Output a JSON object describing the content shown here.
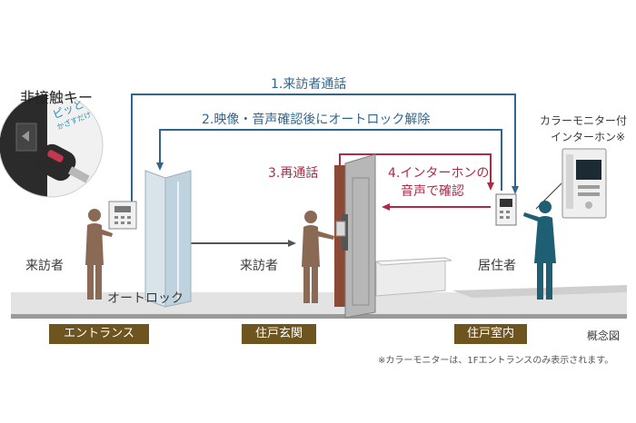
{
  "labels": {
    "contactless_key": "非接触キー",
    "piccto": "ピッと",
    "kazasu": "かざすだけ",
    "step1": "1.来訪者通話",
    "step2": "2.映像・音声確認後にオートロック解除",
    "step3": "3.再通話",
    "step4_line1": "4.インターホンの",
    "step4_line2": "音声で確認",
    "monitor_line1": "カラーモニター付",
    "monitor_line2": "インターホン※",
    "visitor_left": "来訪者",
    "visitor_mid": "来訪者",
    "resident": "居住者",
    "autolock": "オートロック",
    "concept": "概念図",
    "footnote": "※カラーモニターは、1Fエントランスのみ表示されます。"
  },
  "zones": [
    "エントランス",
    "住戸玄関",
    "住戸室内"
  ],
  "colors": {
    "blue_arrow": "#2f6691",
    "red_arrow": "#b02a47",
    "zone_bg": "#6e5520",
    "person_brown": "#8b6a55",
    "person_teal": "#1f5f73",
    "floor": "#e3e3e3"
  }
}
